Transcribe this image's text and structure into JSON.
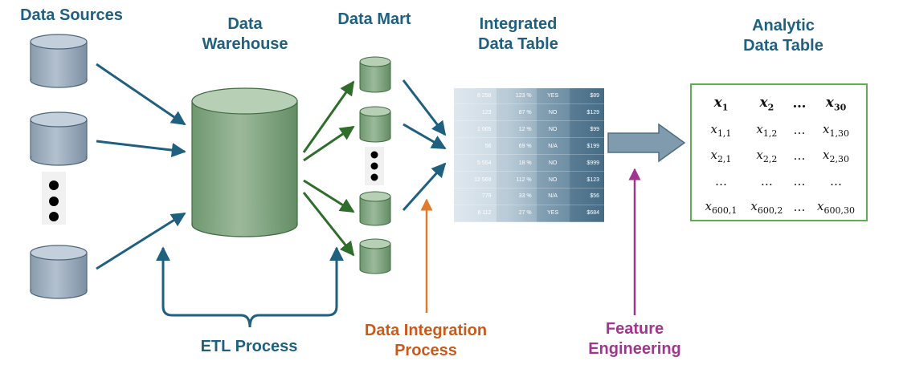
{
  "labels": {
    "data_sources": "Data Sources",
    "data_warehouse": [
      "Data",
      "Warehouse"
    ],
    "data_mart": "Data Mart",
    "integrated_table": [
      "Integrated",
      "Data Table"
    ],
    "analytic_table": [
      "Analytic",
      "Data Table"
    ],
    "etl_process": "ETL Process",
    "data_integration": [
      "Data Integration",
      "Process"
    ],
    "feature_engineering": [
      "Feature",
      "Engineering"
    ]
  },
  "integrated_table_rows": [
    [
      "8 258",
      "123 %",
      "YES",
      "$89"
    ],
    [
      "123",
      "87 %",
      "NO",
      "$129"
    ],
    [
      "1 005",
      "12 %",
      "NO",
      "$99"
    ],
    [
      "56",
      "69 %",
      "N/A",
      "$199"
    ],
    [
      "5 554",
      "18 %",
      "NO",
      "$999"
    ],
    [
      "12 569",
      "112 %",
      "NO",
      "$123"
    ],
    [
      "779",
      "33 %",
      "N/A",
      "$56"
    ],
    [
      "6 112",
      "27 %",
      "YES",
      "$684"
    ]
  ],
  "analytic_table": {
    "header": [
      {
        "base": "x",
        "sub": "1"
      },
      {
        "base": "x",
        "sub": "2"
      },
      {
        "base": "…",
        "sub": ""
      },
      {
        "base": "x",
        "sub": "30"
      }
    ],
    "rows": [
      [
        {
          "base": "x",
          "sub": "1,1"
        },
        {
          "base": "x",
          "sub": "1,2"
        },
        {
          "base": "…",
          "sub": ""
        },
        {
          "base": "x",
          "sub": "1,30"
        }
      ],
      [
        {
          "base": "x",
          "sub": "2,1"
        },
        {
          "base": "x",
          "sub": "2,2"
        },
        {
          "base": "…",
          "sub": ""
        },
        {
          "base": "x",
          "sub": "2,30"
        }
      ],
      [
        {
          "base": "…",
          "sub": ""
        },
        {
          "base": "…",
          "sub": ""
        },
        {
          "base": "…",
          "sub": ""
        },
        {
          "base": "…",
          "sub": ""
        }
      ],
      [
        {
          "base": "x",
          "sub": "600,1"
        },
        {
          "base": "x",
          "sub": "600,2"
        },
        {
          "base": "…",
          "sub": ""
        },
        {
          "base": "x",
          "sub": "600,30"
        }
      ]
    ]
  },
  "colors": {
    "blue_text": "#1f5f80",
    "orange_text": "#c95a1c",
    "purple_text": "#a2358f",
    "source_cylinder": "#a6b4c3",
    "warehouse_cylinder": "#8fb08e",
    "green_arrow": "#2e6e2a",
    "blue_arrow": "#1f5f80",
    "analytic_border": "#5cae4e"
  }
}
